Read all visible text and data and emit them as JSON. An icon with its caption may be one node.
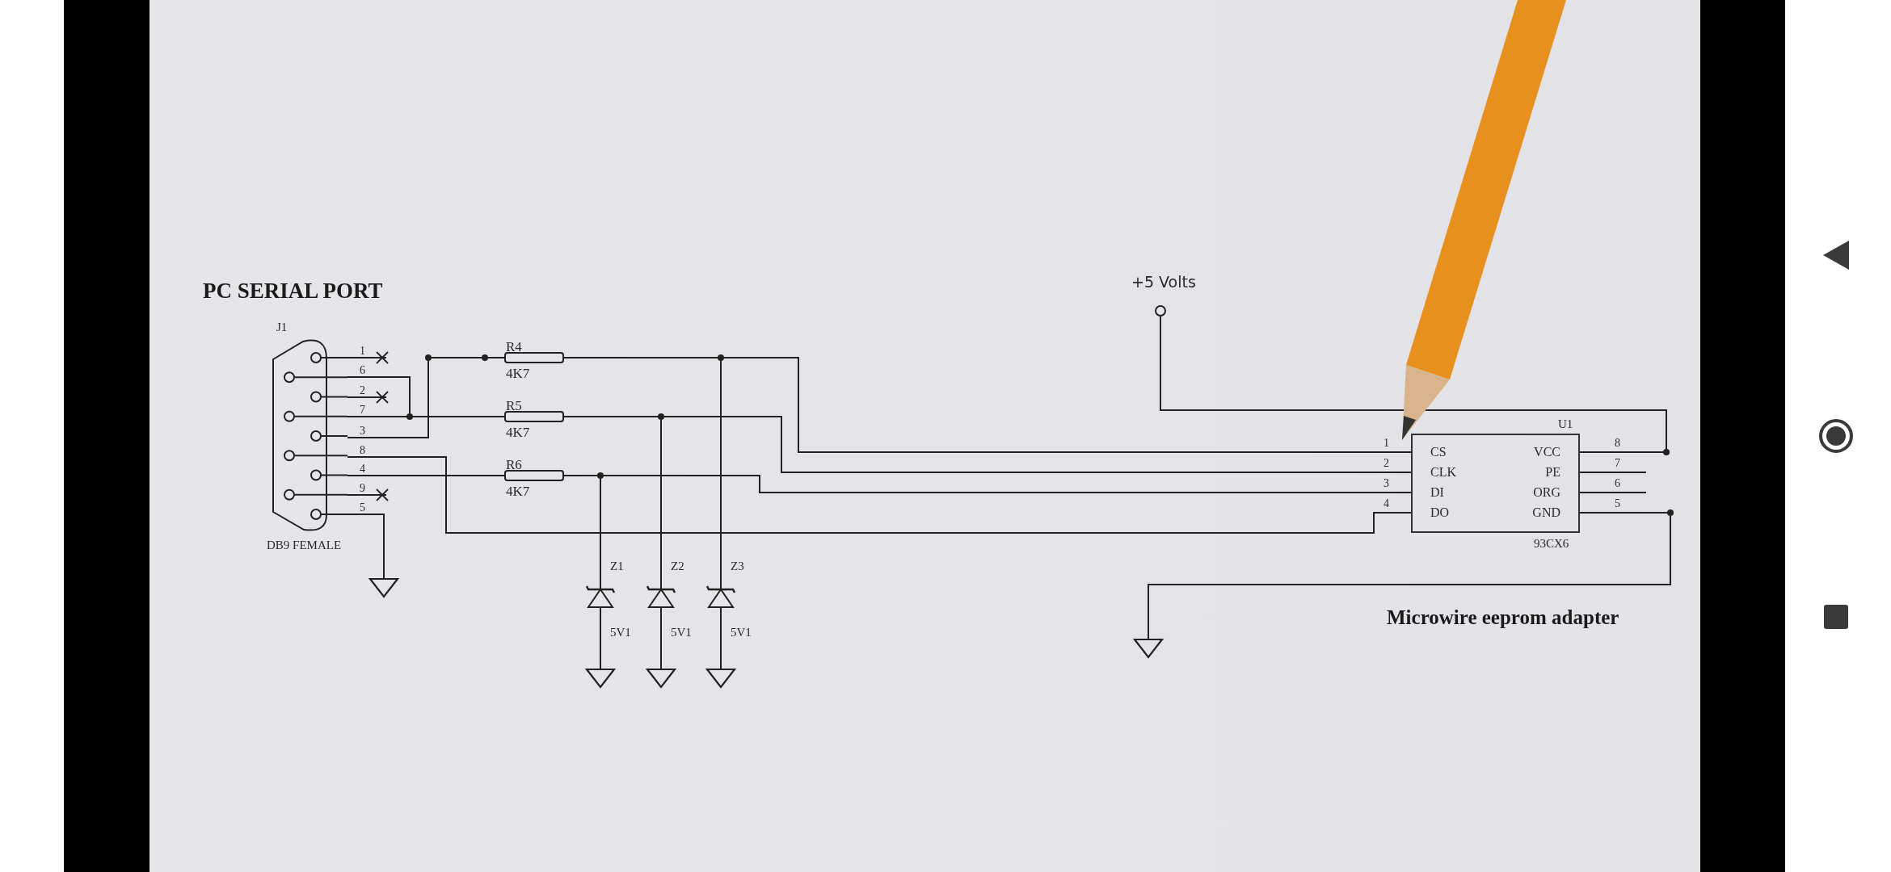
{
  "diagram": {
    "title": "PC SERIAL PORT",
    "caption": "Microwire eeprom adapter",
    "nodes": [
      {
        "text": [
          "J1",
          "DB9 FEMALE"
        ]
      },
      {
        "text": [
          "R4",
          "4K7"
        ]
      },
      {
        "text": [
          "R5",
          "4K7"
        ]
      },
      {
        "text": [
          "R6",
          "4K7"
        ]
      },
      {
        "text": [
          "Z1",
          "5V1"
        ]
      },
      {
        "text": [
          "Z2",
          "5V1"
        ]
      },
      {
        "text": [
          "Z3",
          "5V1"
        ]
      },
      {
        "text": [
          "CS",
          "CLK",
          "DI",
          "DO",
          "VCC",
          "PE",
          "ORG",
          "GND"
        ],
        "beside": [
          "U1",
          "93CX6"
        ]
      },
      {
        "text": [
          "+5 Volts"
        ]
      },
      {
        "text": [],
        "shape": "ground"
      },
      {
        "text": [],
        "shape": "ground"
      },
      {
        "text": [],
        "shape": "ground"
      },
      {
        "text": [],
        "shape": "ground"
      },
      {
        "text": [],
        "shape": "ground"
      }
    ],
    "edges": [
      {
        "from": 0,
        "to": 1,
        "arrow": "none"
      },
      {
        "from": 0,
        "to": 2,
        "arrow": "none"
      },
      {
        "from": 0,
        "to": 3,
        "arrow": "none"
      },
      {
        "from": 0,
        "to": 7,
        "arrow": "none"
      },
      {
        "from": 0,
        "to": 9,
        "arrow": "none"
      },
      {
        "from": 1,
        "to": 6,
        "arrow": "none"
      },
      {
        "from": 1,
        "to": 7,
        "arrow": "none"
      },
      {
        "from": 2,
        "to": 5,
        "arrow": "none"
      },
      {
        "from": 2,
        "to": 7,
        "arrow": "none"
      },
      {
        "from": 3,
        "to": 4,
        "arrow": "none"
      },
      {
        "from": 3,
        "to": 7,
        "arrow": "none"
      },
      {
        "from": 4,
        "to": 10,
        "arrow": "none"
      },
      {
        "from": 5,
        "to": 11,
        "arrow": "none"
      },
      {
        "from": 6,
        "to": 12,
        "arrow": "none"
      },
      {
        "from": 8,
        "to": 7,
        "arrow": "none"
      },
      {
        "from": 7,
        "to": 13,
        "arrow": "none"
      }
    ],
    "labels": [
      "1",
      "6",
      "2",
      "7",
      "3",
      "8",
      "4",
      "9",
      "5",
      "1",
      "2",
      "3",
      "4",
      "8",
      "7",
      "6",
      "5"
    ]
  }
}
